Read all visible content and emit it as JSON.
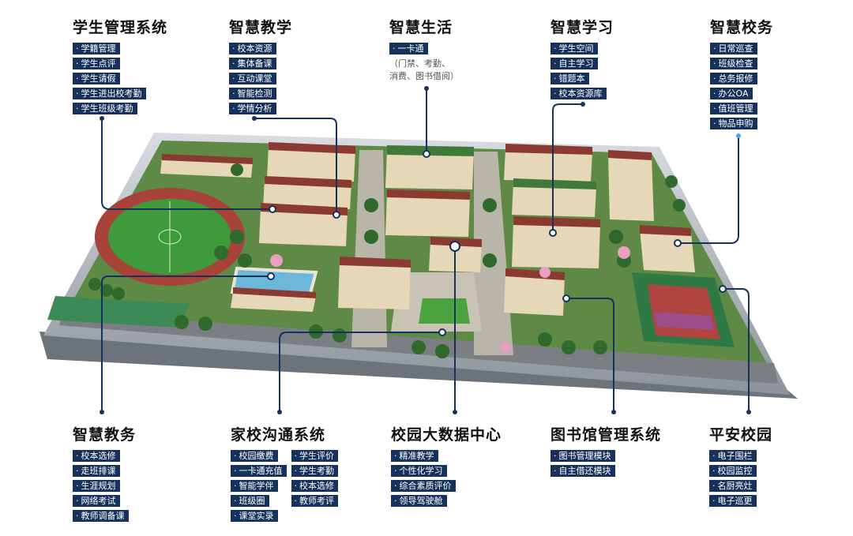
{
  "groups": {
    "student_mgmt": {
      "title": "学生管理系统",
      "items": [
        "学籍管理",
        "学生点评",
        "学生请假",
        "学生进出校考勤",
        "学生班级考勤"
      ]
    },
    "smart_teaching": {
      "title": "智慧教学",
      "items": [
        "校本资源",
        "集体备课",
        "互动课堂",
        "智能检测",
        "学情分析"
      ]
    },
    "smart_life": {
      "title": "智慧生活",
      "items": [
        "一卡通"
      ],
      "note1": "（门禁、考勤、",
      "note2": "消费、图书借阅）"
    },
    "smart_learning": {
      "title": "智慧学习",
      "items": [
        "学生空间",
        "自主学习",
        "错题本",
        "校本资源库"
      ]
    },
    "smart_affairs": {
      "title": "智慧校务",
      "items": [
        "日常巡查",
        "班级检查",
        "总务报修",
        "办公OA",
        "值班管理",
        "物品申购"
      ]
    },
    "smart_edu_affairs": {
      "title": "智慧教务",
      "items": [
        "校本选修",
        "走班排课",
        "生涯规划",
        "网络考试",
        "教师调备课"
      ]
    },
    "home_school": {
      "title": "家校沟通系统",
      "col1": [
        "校园缴费",
        "一卡通充值",
        "智能学伴",
        "班级圈",
        "课堂实录"
      ],
      "col2": [
        "学生评价",
        "学生考勤",
        "校本选修",
        "教师考评"
      ]
    },
    "big_data": {
      "title": "校园大数据中心",
      "items": [
        "精准教学",
        "个性化学习",
        "综合素质评价",
        "领导驾驶舱"
      ]
    },
    "library": {
      "title": "图书馆管理系统",
      "items": [
        "图书管理模块",
        "自主借还模块"
      ]
    },
    "safe_campus": {
      "title": "平安校园",
      "items": [
        "电子围栏",
        "校园监控",
        "名厨亮灶",
        "电子巡更"
      ]
    }
  },
  "colors": {
    "tag_bg": "#16325c",
    "connector": "#16325c",
    "dot": "#ffffff",
    "accent_dot": "#3fa9f5"
  }
}
